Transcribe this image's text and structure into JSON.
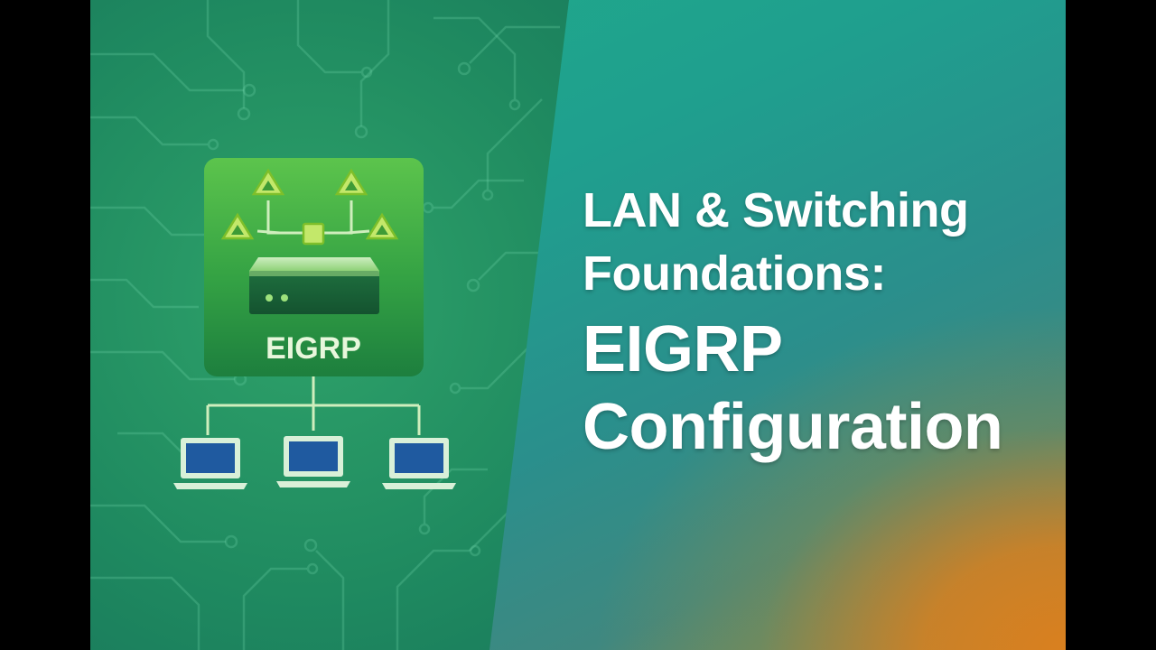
{
  "title": {
    "line1": "LAN & Switching",
    "line2": "Foundations:",
    "line3": "EIGRP",
    "line4": "Configuration"
  },
  "badge": {
    "label": "EIGRP"
  },
  "icons": [
    "eigrp-badge-icon",
    "router-icon",
    "network-topology-icon",
    "laptop-icon"
  ],
  "colors": {
    "accent_green": "#4fbf4a",
    "badge_text": "#e8f7dc",
    "title_text": "#ffffff",
    "laptop_screen": "#1f5aa0",
    "warm_corner": "#d9801f"
  }
}
